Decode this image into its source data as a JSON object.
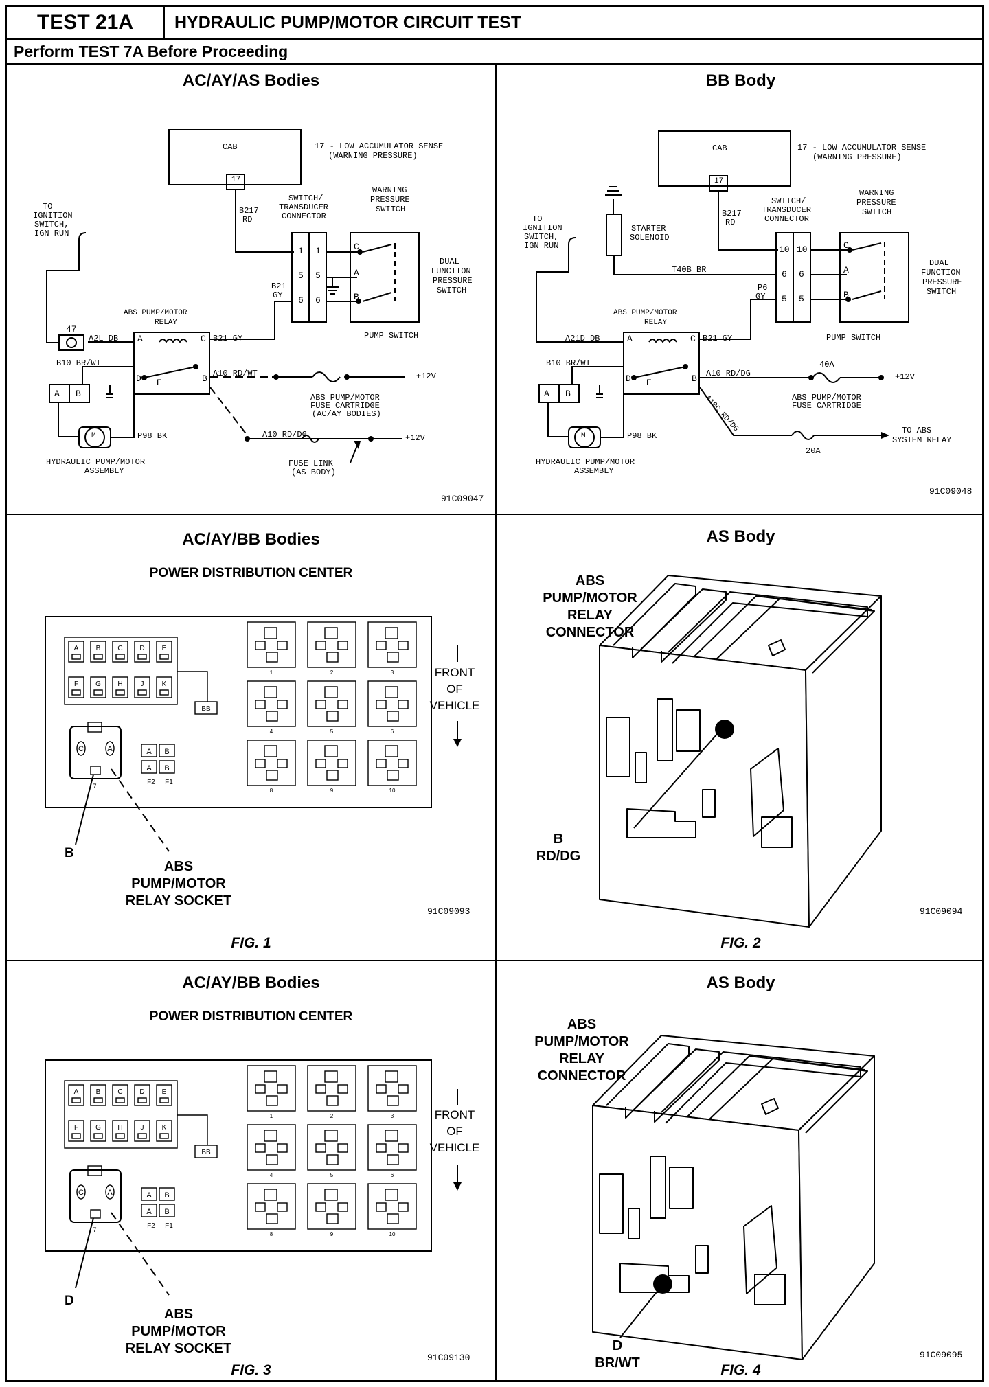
{
  "header": {
    "test_id": "TEST 21A",
    "title": "HYDRAULIC PUMP/MOTOR CIRCUIT TEST",
    "subtitle": "Perform TEST 7A Before Proceeding"
  },
  "panel_left_schematic": {
    "heading": "AC/AY/AS Bodies",
    "code": "91C09047",
    "cab": "CAB",
    "cab_pin": "17",
    "sense_label_1": "17 - LOW ACCUMULATOR SENSE",
    "sense_label_2": "(WARNING PRESSURE)",
    "ignition_1": "TO",
    "ignition_2": "IGNITION",
    "ignition_3": "SWITCH,",
    "ignition_4": "IGN RUN",
    "wire_b217_1": "B217",
    "wire_b217_2": "RD",
    "switch_conn_1": "SWITCH/",
    "switch_conn_2": "TRANSDUCER",
    "switch_conn_3": "CONNECTOR",
    "warning_1": "WARNING",
    "warning_2": "PRESSURE",
    "warning_3": "SWITCH",
    "dual_1": "DUAL",
    "dual_2": "FUNCTION",
    "dual_3": "PRESSURE",
    "dual_4": "SWITCH",
    "pin_1": "1",
    "pin_5": "5",
    "pin_6": "6",
    "term_c": "C",
    "term_a": "A",
    "term_b": "B",
    "wire_b21_1": "B21",
    "wire_b21_2": "GY",
    "pump_switch": "PUMP SWITCH",
    "relay_1": "ABS PUMP/MOTOR",
    "relay_2": "RELAY",
    "relay_pin": "47",
    "wire_a2l": "A2L DB",
    "wire_b21gy": "B21 GY",
    "wire_b10": "B10 BR/WT",
    "wire_a10": "A10 RD/WT",
    "relay_d": "D",
    "relay_e": "E",
    "relay_b": "B",
    "plus12_1": "+12V",
    "fuse_1": "ABS PUMP/MOTOR",
    "fuse_2": "FUSE CARTRIDGE",
    "fuse_3": "(AC/AY BODIES)",
    "wire_a10dg": "A10 RD/DG",
    "plus12_2": "+12V",
    "fuselink_1": "FUSE LINK",
    "fuselink_2": "(AS BODY)",
    "wire_p98": "P98 BK",
    "motor_m": "M",
    "motor_1": "HYDRAULIC PUMP/MOTOR",
    "motor_2": "ASSEMBLY",
    "conn_a": "A",
    "conn_b": "B"
  },
  "panel_right_schematic": {
    "heading": "BB Body",
    "code": "91C09048",
    "cab": "CAB",
    "cab_pin": "17",
    "sense_label_1": "17 - LOW ACCUMULATOR SENSE",
    "sense_label_2": "(WARNING PRESSURE)",
    "ignition_1": "TO",
    "ignition_2": "IGNITION",
    "ignition_3": "SWITCH,",
    "ignition_4": "IGN RUN",
    "starter_1": "STARTER",
    "starter_2": "SOLENOID",
    "wire_b217_1": "B217",
    "wire_b217_2": "RD",
    "switch_conn_1": "SWITCH/",
    "switch_conn_2": "TRANSDUCER",
    "switch_conn_3": "CONNECTOR",
    "warning_1": "WARNING",
    "warning_2": "PRESSURE",
    "warning_3": "SWITCH",
    "dual_1": "DUAL",
    "dual_2": "FUNCTION",
    "dual_3": "PRESSURE",
    "dual_4": "SWITCH",
    "pin_10": "10",
    "pin_6": "6",
    "pin_5": "5",
    "term_c": "C",
    "term_a": "A",
    "term_b": "B",
    "wire_t40": "T40B BR",
    "wire_p6_1": "P6",
    "wire_p6_2": "GY",
    "pump_switch": "PUMP SWITCH",
    "relay_1": "ABS PUMP/MOTOR",
    "relay_2": "RELAY",
    "wire_a21d": "A21D DB",
    "wire_b21gy": "B21 GY",
    "wire_b10": "B10 BR/WT",
    "wire_a10": "A10 RD/DG",
    "fuse40": "40A",
    "plus12": "+12V",
    "fuse_1": "ABS PUMP/MOTOR",
    "fuse_2": "FUSE CARTRIDGE",
    "wire_a10c": "A10C RD/DG",
    "fuse20": "20A",
    "to_abs_1": "TO ABS",
    "to_abs_2": "SYSTEM RELAY",
    "wire_p98": "P98 BK",
    "motor_m": "M",
    "motor_1": "HYDRAULIC PUMP/MOTOR",
    "motor_2": "ASSEMBLY",
    "relay_d": "D",
    "relay_e": "E",
    "relay_b": "B",
    "relay_a": "A",
    "relay_c": "C",
    "conn_a": "A",
    "conn_b": "B"
  },
  "fig1": {
    "heading": "AC/AY/BB Bodies",
    "subheading": "POWER DISTRIBUTION CENTER",
    "front_1": "FRONT",
    "front_2": "OF",
    "front_3": "VEHICLE",
    "callout_letter": "B",
    "socket_1": "ABS",
    "socket_2": "PUMP/MOTOR",
    "socket_3": "RELAY SOCKET",
    "code": "91C09093",
    "caption": "FIG. 1"
  },
  "fig2": {
    "heading": "AS Body",
    "conn_1": "ABS",
    "conn_2": "PUMP/MOTOR",
    "conn_3": "RELAY",
    "conn_4": "CONNECTOR",
    "pin_letter": "B",
    "pin_wire": "RD/DG",
    "code": "91C09094",
    "caption": "FIG. 2"
  },
  "fig3": {
    "heading": "AC/AY/BB Bodies",
    "subheading": "POWER DISTRIBUTION CENTER",
    "front_1": "FRONT",
    "front_2": "OF",
    "front_3": "VEHICLE",
    "callout_letter": "D",
    "socket_1": "ABS",
    "socket_2": "PUMP/MOTOR",
    "socket_3": "RELAY SOCKET",
    "code": "91C09130",
    "caption": "FIG. 3"
  },
  "fig4": {
    "heading": "AS Body",
    "conn_1": "ABS",
    "conn_2": "PUMP/MOTOR",
    "conn_3": "RELAY",
    "conn_4": "CONNECTOR",
    "pin_letter": "D",
    "pin_wire": "BR/WT",
    "code": "91C09095",
    "caption": "FIG. 4"
  },
  "pdc": {
    "fuse_top": [
      "A",
      "B",
      "C",
      "D",
      "E"
    ],
    "fuse_bottom": [
      "F",
      "G",
      "H",
      "J",
      "K"
    ],
    "bb_tag": "BB",
    "small_fuses": [
      "A",
      "B",
      "A",
      "B"
    ],
    "small_labels": [
      "F2",
      "F1"
    ],
    "relay_numbers": [
      "1",
      "2",
      "3",
      "4",
      "5",
      "6",
      "8",
      "9",
      "10"
    ],
    "socket_number": "7",
    "socket_pins": [
      "C",
      "A"
    ]
  }
}
